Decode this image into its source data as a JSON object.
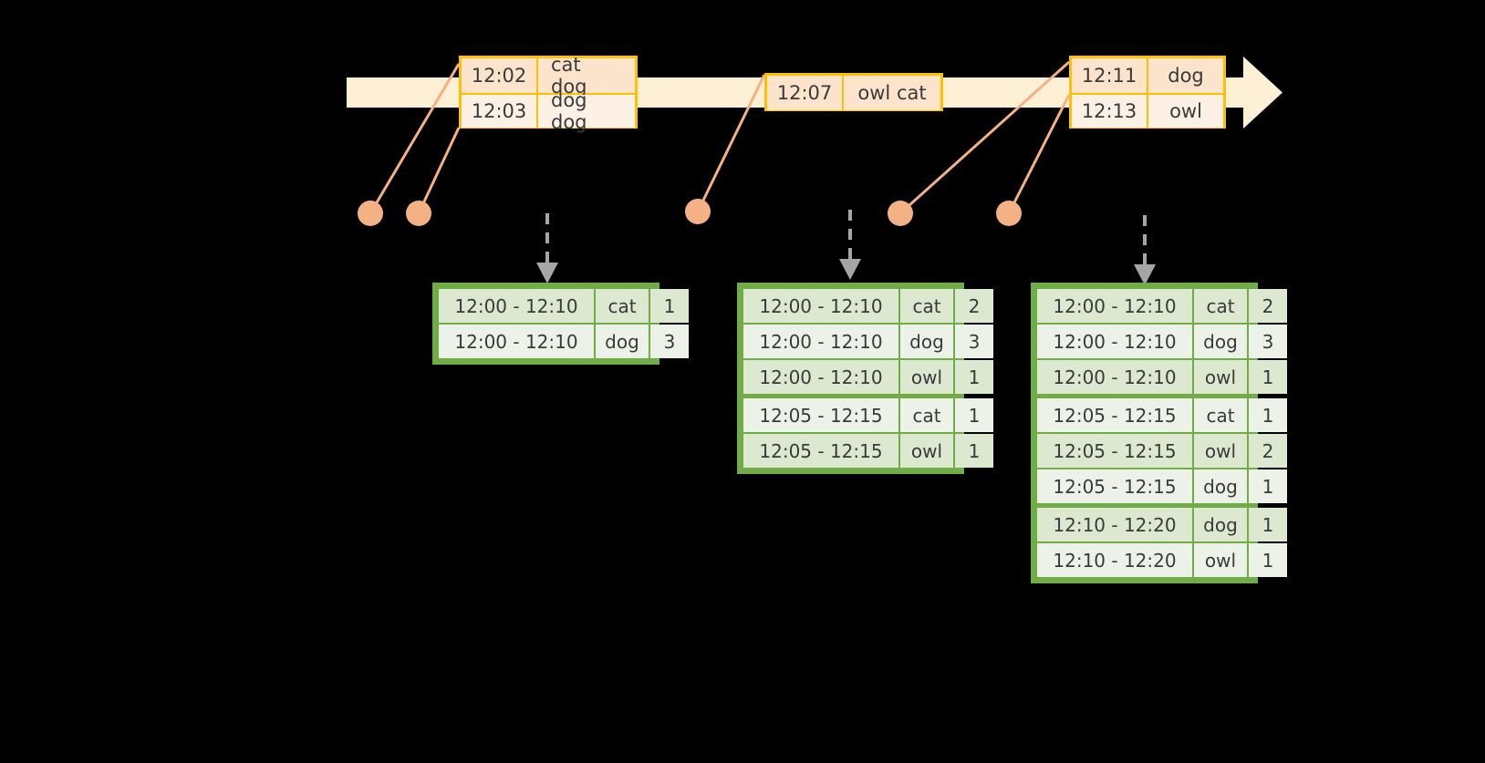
{
  "diagram": {
    "title": "windowed-aggregation-timeline",
    "background": "#000000",
    "colors": {
      "timeline_fill": "#FDF0D5",
      "event_border": "#FFC000",
      "event_row_a": "#FCE4CC",
      "event_row_b": "#FDF1E6",
      "dot": "#F4B183",
      "connector": "#F4B183",
      "arrow_dashed": "#A6A6A6",
      "table_border": "#70AD47",
      "table_row_a": "#DCE8D0",
      "table_row_b": "#EDF2E8",
      "text": "#3A3A3A"
    }
  },
  "timeline": {
    "label": "time-axis-arrow",
    "direction": "left-to-right",
    "events": [
      {
        "name": "event-box-1",
        "rows": [
          {
            "time": "12:02",
            "value": "cat dog"
          },
          {
            "time": "12:03",
            "value": "dog dog"
          }
        ]
      },
      {
        "name": "event-box-2",
        "rows": [
          {
            "time": "12:07",
            "value": "owl cat"
          }
        ]
      },
      {
        "name": "event-box-3",
        "rows": [
          {
            "time": "12:11",
            "value": "dog"
          },
          {
            "time": "12:13",
            "value": "owl"
          }
        ]
      }
    ]
  },
  "markers": {
    "dots": [
      {
        "name": "dot-1"
      },
      {
        "name": "dot-2"
      },
      {
        "name": "dot-3"
      },
      {
        "name": "dot-4"
      },
      {
        "name": "dot-5"
      }
    ]
  },
  "tables": [
    {
      "name": "result-table-1",
      "groups": [
        {
          "rows": [
            {
              "window": "12:00 - 12:10",
              "key": "cat",
              "count": "1"
            },
            {
              "window": "12:00 - 12:10",
              "key": "dog",
              "count": "3"
            }
          ]
        }
      ]
    },
    {
      "name": "result-table-2",
      "groups": [
        {
          "rows": [
            {
              "window": "12:00 - 12:10",
              "key": "cat",
              "count": "2"
            },
            {
              "window": "12:00 - 12:10",
              "key": "dog",
              "count": "3"
            },
            {
              "window": "12:00 - 12:10",
              "key": "owl",
              "count": "1"
            }
          ]
        },
        {
          "rows": [
            {
              "window": "12:05 - 12:15",
              "key": "cat",
              "count": "1"
            },
            {
              "window": "12:05 - 12:15",
              "key": "owl",
              "count": "1"
            }
          ]
        }
      ]
    },
    {
      "name": "result-table-3",
      "groups": [
        {
          "rows": [
            {
              "window": "12:00 - 12:10",
              "key": "cat",
              "count": "2"
            },
            {
              "window": "12:00 - 12:10",
              "key": "dog",
              "count": "3"
            },
            {
              "window": "12:00 - 12:10",
              "key": "owl",
              "count": "1"
            }
          ]
        },
        {
          "rows": [
            {
              "window": "12:05 - 12:15",
              "key": "cat",
              "count": "1"
            },
            {
              "window": "12:05 - 12:15",
              "key": "owl",
              "count": "2"
            },
            {
              "window": "12:05 - 12:15",
              "key": "dog",
              "count": "1"
            }
          ]
        },
        {
          "rows": [
            {
              "window": "12:10 - 12:20",
              "key": "dog",
              "count": "1"
            },
            {
              "window": "12:10 - 12:20",
              "key": "owl",
              "count": "1"
            }
          ]
        }
      ]
    }
  ]
}
